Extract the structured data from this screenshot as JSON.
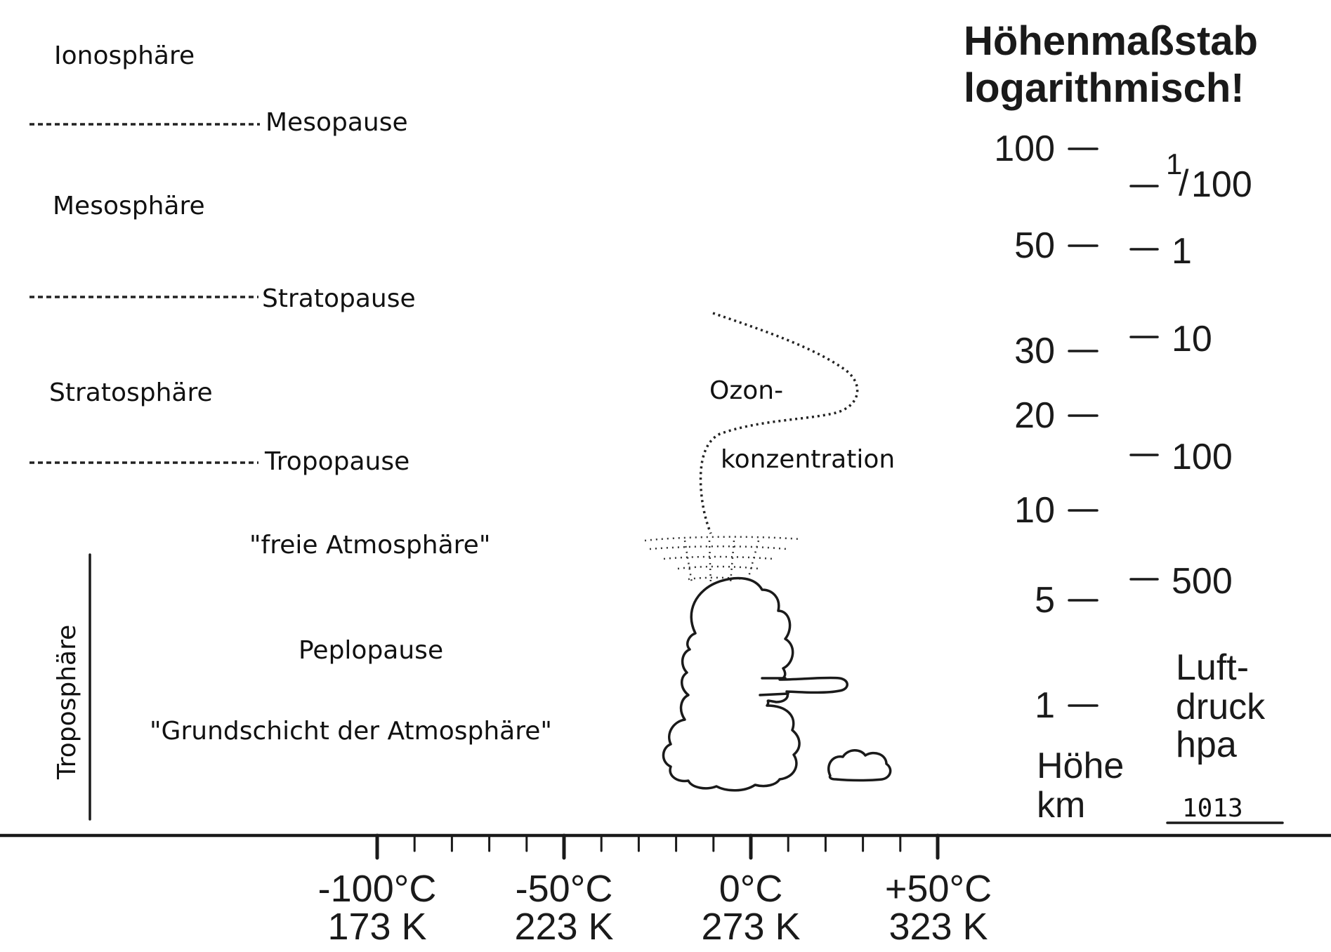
{
  "layers": {
    "ionosphere": "Ionosphäre",
    "mesopause": "Mesopause",
    "mesosphere": "Mesosphäre",
    "stratopause": "Stratopause",
    "stratosphere": "Stratosphäre",
    "tropopause": "Tropopause",
    "free_atmosphere": "\"freie Atmosphäre\"",
    "peplopause": "Peplopause",
    "base_layer": "\"Grundschicht der Atmosphäre\"",
    "troposphere": "Troposphäre"
  },
  "ozone": {
    "line1": "Ozon-",
    "line2": "konzentration"
  },
  "scale": {
    "title_line1": "Höhenmaßstab",
    "title_line2": "logarithmisch!",
    "height_ticks": [
      "100",
      "50",
      "30",
      "20",
      "10",
      "5",
      "1"
    ],
    "height_label_line1": "Höhe",
    "height_label_line2": "km",
    "pressure_top": {
      "numerator": "1",
      "denominator": "100"
    },
    "pressure_ticks": [
      "1",
      "10",
      "100",
      "500"
    ],
    "pressure_label_line1": "Luft-",
    "pressure_label_line2": "druck",
    "pressure_label_line3": "hpa",
    "pressure_ground": "1013"
  },
  "temperature_axis": {
    "celsius": [
      "-100°C",
      "-50°C",
      "0°C",
      "+50°C"
    ],
    "kelvin": [
      "173 K",
      "223 K",
      "273 K",
      "323 K"
    ]
  }
}
